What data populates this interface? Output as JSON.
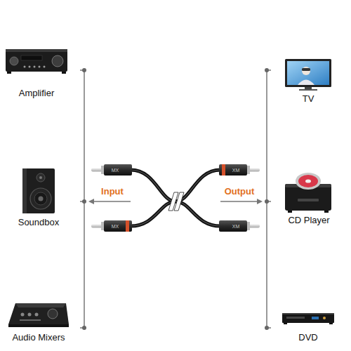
{
  "diagram": {
    "labels": [
      "Amplifier",
      "TV",
      "MX",
      "XM",
      "Input",
      "Output",
      "Soundbox",
      "CD Player",
      "MX",
      "XM",
      "Audio Mixers",
      "DVD"
    ]
  }
}
